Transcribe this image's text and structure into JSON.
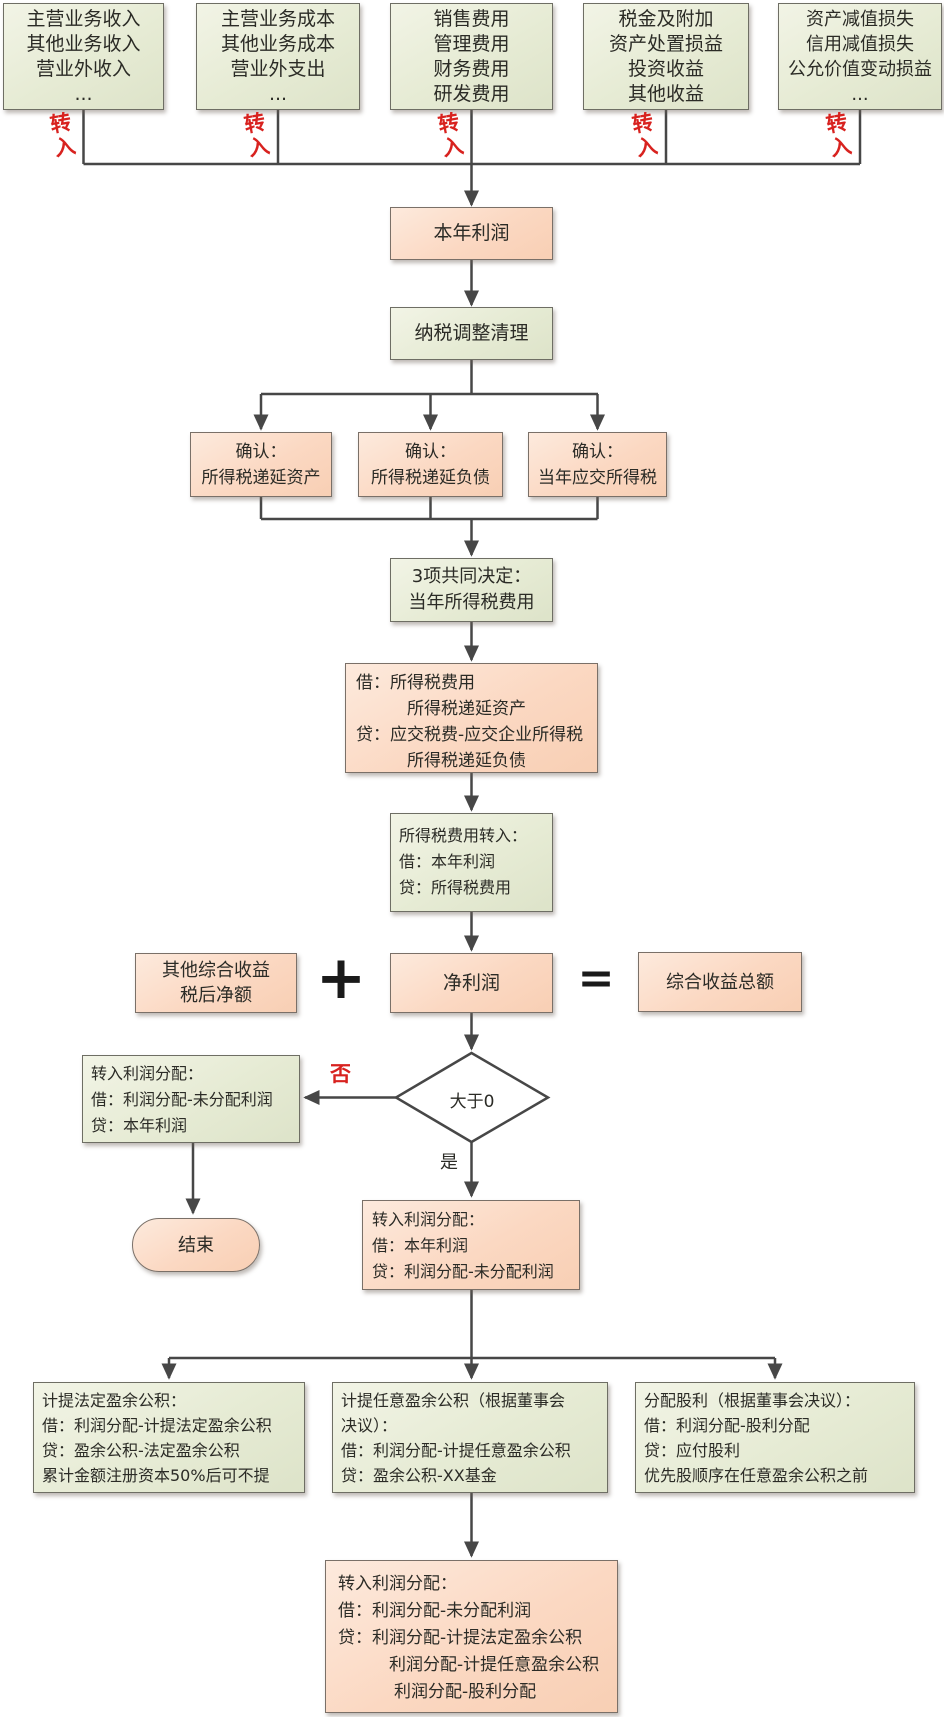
{
  "labels": {
    "transfer_in": "转入",
    "no": "否",
    "yes": "是",
    "plus": "+",
    "equals": "="
  },
  "colors": {
    "green_fill": "#e6ebd4",
    "orange_fill": "#fbd8c2",
    "line": "#474747",
    "red_label": "#d8221f"
  },
  "nodes": {
    "source_revenue": {
      "lines": [
        "主营业务收入",
        "其他业务收入",
        "营业外收入",
        "..."
      ]
    },
    "source_cost": {
      "lines": [
        "主营业务成本",
        "其他业务成本",
        "营业外支出",
        "..."
      ]
    },
    "source_expense": {
      "lines": [
        "销售费用",
        "管理费用",
        "财务费用",
        "研发费用"
      ]
    },
    "source_tax": {
      "lines": [
        "税金及附加",
        "资产处置损益",
        "投资收益",
        "其他收益"
      ]
    },
    "source_impairment": {
      "lines": [
        "资产减值损失",
        "信用减值损失",
        "公允价值变动损益",
        "..."
      ]
    },
    "current_year_profit": {
      "lines": [
        "本年利润"
      ]
    },
    "tax_adjustment": {
      "lines": [
        "纳税调整清理"
      ]
    },
    "confirm_deferred_asset": {
      "lines": [
        "确认：",
        "所得税递延资产"
      ]
    },
    "confirm_deferred_liability": {
      "lines": [
        "确认：",
        "所得税递延负债"
      ]
    },
    "confirm_payable": {
      "lines": [
        "确认：",
        "当年应交所得税"
      ]
    },
    "three_items": {
      "lines": [
        "3项共同决定：",
        "当年所得税费用"
      ]
    },
    "tax_journal": {
      "lines": [
        "借：所得税费用",
        "所得税递延资产",
        "贷：应交税费-应交企业所得税",
        "所得税递延负债"
      ]
    },
    "tax_transfer": {
      "lines": [
        "所得税费用转入：",
        "借：本年利润",
        "贷：所得税费用"
      ]
    },
    "oci": {
      "lines": [
        "其他综合收益",
        "税后净额"
      ]
    },
    "net_profit": {
      "lines": [
        "净利润"
      ]
    },
    "total_comprehensive": {
      "lines": [
        "综合收益总额"
      ]
    },
    "decision": {
      "lines": [
        "大于0"
      ]
    },
    "loss_transfer": {
      "lines": [
        "转入利润分配：",
        "借：利润分配-未分配利润",
        "贷：本年利润"
      ]
    },
    "end": {
      "lines": [
        "结束"
      ]
    },
    "profit_transfer": {
      "lines": [
        "转入利润分配：",
        "借：本年利润",
        "贷：利润分配-未分配利润"
      ]
    },
    "statutory_surplus": {
      "lines": [
        "计提法定盈余公积：",
        "借：利润分配-计提法定盈余公积",
        "贷：盈余公积-法定盈余公积",
        "累计金额注册资本50%后可不提"
      ]
    },
    "discretionary_surplus": {
      "lines": [
        "计提任意盈余公积（根据董事会",
        "决议）：",
        "借：利润分配-计提任意盈余公积",
        "贷：盈余公积-XX基金"
      ]
    },
    "dividends": {
      "lines": [
        "分配股利（根据董事会决议）：",
        "借：利润分配-股利分配",
        "贷：应付股利",
        "优先股顺序在任意盈余公积之前"
      ]
    },
    "final_transfer": {
      "lines": [
        "转入利润分配：",
        "借：利润分配-未分配利润",
        "贷：利润分配-计提法定盈余公积",
        "利润分配-计提任意盈余公积",
        "利润分配-股利分配"
      ]
    }
  }
}
